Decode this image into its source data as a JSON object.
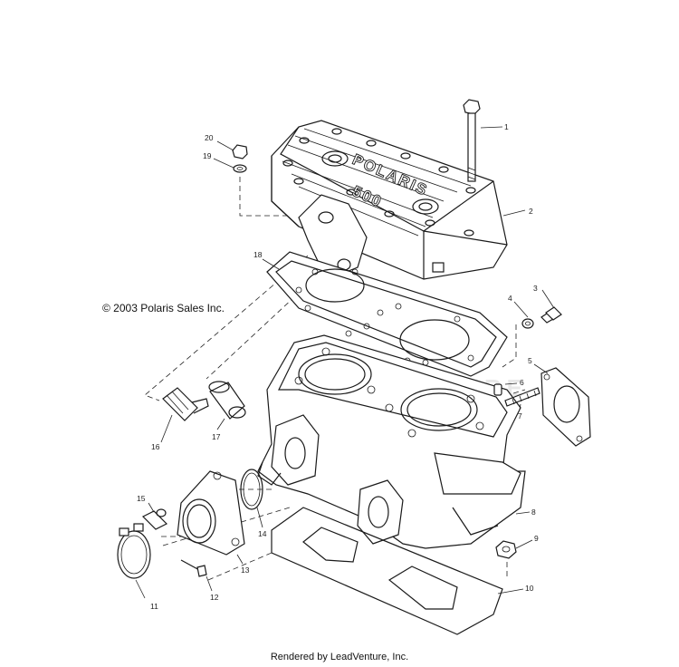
{
  "copyright": "© 2003 Polaris Sales Inc.",
  "footer": "Rendered by LeadVenture, Inc.",
  "watermark": "LEADVENTURE",
  "cover_lettering": [
    "POLARIS",
    "500"
  ],
  "callouts": {
    "c1": "1",
    "c2": "2",
    "c3": "3",
    "c4": "4",
    "c5": "5",
    "c6": "6",
    "c7": "7",
    "c8": "8",
    "c9": "9",
    "c10": "10",
    "c11": "11",
    "c12": "12",
    "c13": "13",
    "c14": "14",
    "c15": "15",
    "c16": "16",
    "c17": "17",
    "c18": "18",
    "c19": "19",
    "c20": "20"
  }
}
